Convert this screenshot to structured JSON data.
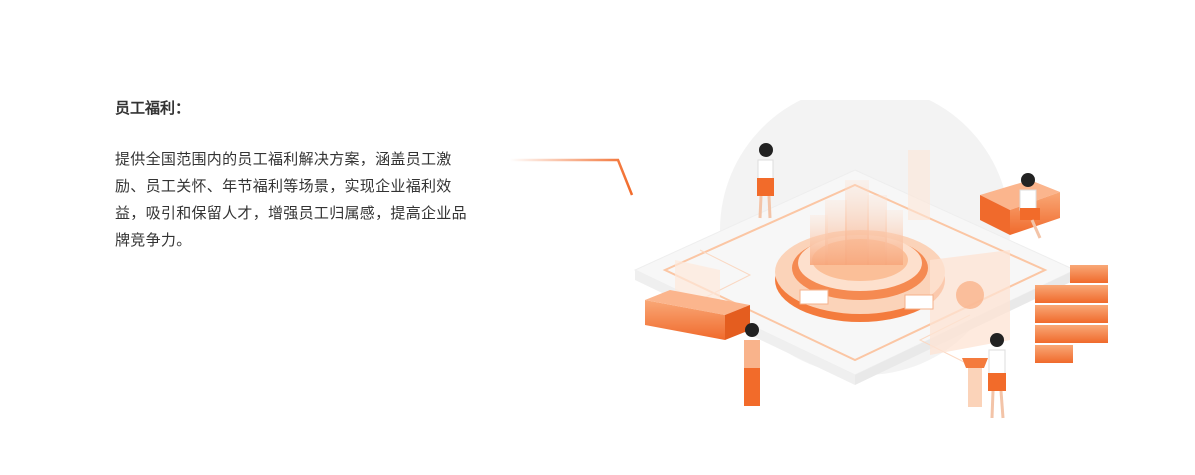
{
  "section": {
    "title": "员工福利：",
    "description": "提供全国范围内的员工福利解决方案，涵盖员工激励、员工关怀、年节福利等场景，实现企业福利效益，吸引和保留人才，增强员工归属感，提高企业品牌竞争力。"
  },
  "illustration": {
    "icon": "isometric-platform-illustration",
    "accent_color": "#f26b2a",
    "light_accent": "#fbc6a4"
  }
}
